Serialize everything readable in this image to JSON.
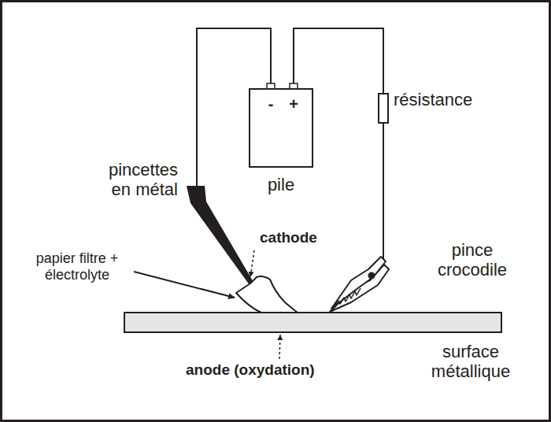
{
  "diagram": {
    "nodes": [
      {
        "text": [
          "-",
          "+",
          "pile"
        ]
      }
    ],
    "labels": [
      "pincettes en métal",
      "cathode",
      "papier filtre + électrolyte",
      "résistance",
      "pince crocodile",
      "anode (oxydation)",
      "surface métallique"
    ]
  }
}
